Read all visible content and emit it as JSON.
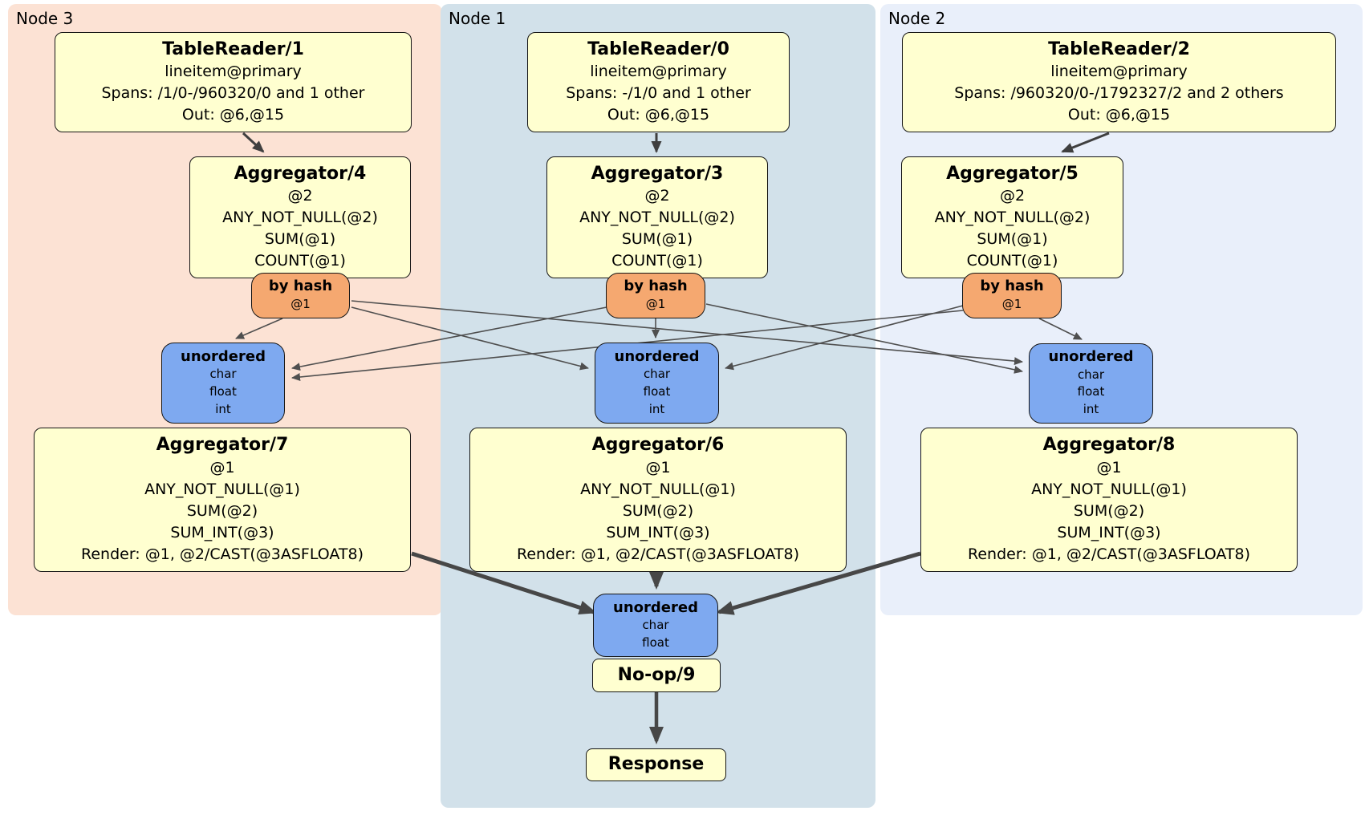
{
  "diagram": {
    "panels": {
      "node3": {
        "label": "Node 3"
      },
      "node1": {
        "label": "Node 1"
      },
      "node2": {
        "label": "Node 2"
      }
    },
    "boxes": {
      "tr1": {
        "title": "TableReader/1",
        "lines": [
          "lineitem@primary",
          "Spans: /1/0-/960320/0 and 1 other",
          "Out: @6,@15"
        ]
      },
      "tr0": {
        "title": "TableReader/0",
        "lines": [
          "lineitem@primary",
          "Spans: -/1/0 and 1 other",
          "Out: @6,@15"
        ]
      },
      "tr2": {
        "title": "TableReader/2",
        "lines": [
          "lineitem@primary",
          "Spans: /960320/0-/1792327/2 and 2 others",
          "Out: @6,@15"
        ]
      },
      "agg4": {
        "title": "Aggregator/4",
        "lines": [
          "@2",
          "ANY_NOT_NULL(@2)",
          "SUM(@1)",
          "COUNT(@1)"
        ]
      },
      "agg3": {
        "title": "Aggregator/3",
        "lines": [
          "@2",
          "ANY_NOT_NULL(@2)",
          "SUM(@1)",
          "COUNT(@1)"
        ]
      },
      "agg5": {
        "title": "Aggregator/5",
        "lines": [
          "@2",
          "ANY_NOT_NULL(@2)",
          "SUM(@1)",
          "COUNT(@1)"
        ]
      },
      "bh3": {
        "title": "by hash",
        "lines": [
          "@1"
        ]
      },
      "bh1": {
        "title": "by hash",
        "lines": [
          "@1"
        ]
      },
      "bh2": {
        "title": "by hash",
        "lines": [
          "@1"
        ]
      },
      "u3": {
        "title": "unordered",
        "lines": [
          "char",
          "float",
          "int"
        ]
      },
      "u1": {
        "title": "unordered",
        "lines": [
          "char",
          "float",
          "int"
        ]
      },
      "u2": {
        "title": "unordered",
        "lines": [
          "char",
          "float",
          "int"
        ]
      },
      "agg7": {
        "title": "Aggregator/7",
        "lines": [
          "@1",
          "ANY_NOT_NULL(@1)",
          "SUM(@2)",
          "SUM_INT(@3)",
          "Render: @1, @2/CAST(@3ASFLOAT8)"
        ]
      },
      "agg6": {
        "title": "Aggregator/6",
        "lines": [
          "@1",
          "ANY_NOT_NULL(@1)",
          "SUM(@2)",
          "SUM_INT(@3)",
          "Render: @1, @2/CAST(@3ASFLOAT8)"
        ]
      },
      "agg8": {
        "title": "Aggregator/8",
        "lines": [
          "@1",
          "ANY_NOT_NULL(@1)",
          "SUM(@2)",
          "SUM_INT(@3)",
          "Render: @1, @2/CAST(@3ASFLOAT8)"
        ]
      },
      "ub": {
        "title": "unordered",
        "lines": [
          "char",
          "float"
        ]
      },
      "noop": {
        "title": "No-op/9"
      },
      "resp": {
        "title": "Response"
      }
    },
    "colors": {
      "panel_node3": "#fce2d4",
      "panel_node1": "#d2e1ea",
      "panel_node2": "#e9effa",
      "processor_fill": "#ffffd0",
      "router_fill": "#f5a870",
      "sync_fill": "#7ea9f0",
      "edge": "#474747"
    }
  }
}
